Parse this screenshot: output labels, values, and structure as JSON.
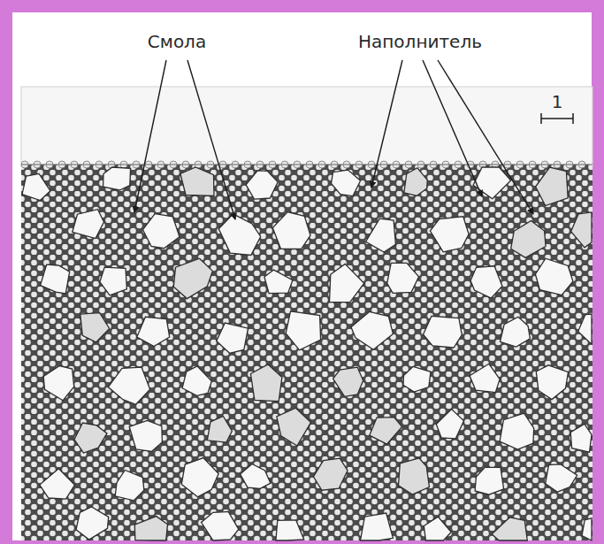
{
  "diagram": {
    "labels": [
      "Смола",
      "Наполнитель",
      "1"
    ]
  }
}
